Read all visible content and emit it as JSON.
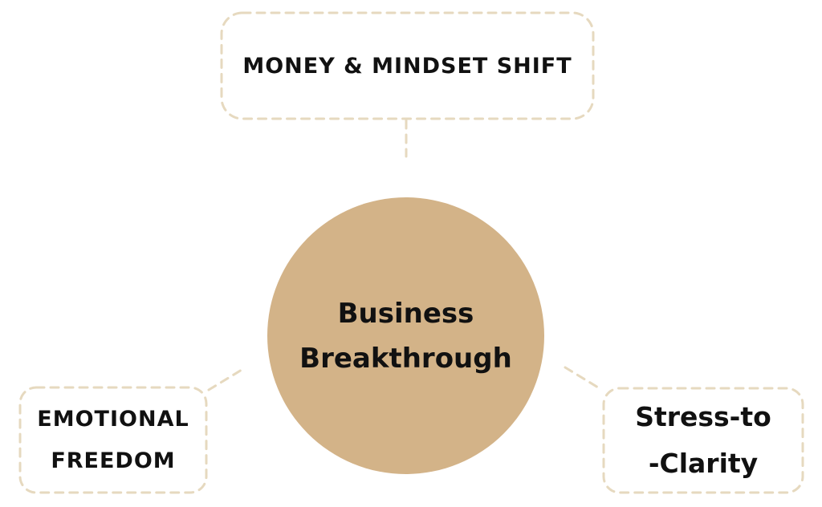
{
  "center": {
    "line1": "Business",
    "line2": "Breakthrough"
  },
  "nodes": {
    "top": {
      "text": "MONEY & MINDSET SHIFT"
    },
    "left": {
      "line1": "EMOTIONAL",
      "line2": "FREEDOM"
    },
    "right": {
      "line1": "Stress-to",
      "line2": "-Clarity"
    }
  },
  "colors": {
    "circle": "#d3b388",
    "dash": "#e6d9bf"
  }
}
